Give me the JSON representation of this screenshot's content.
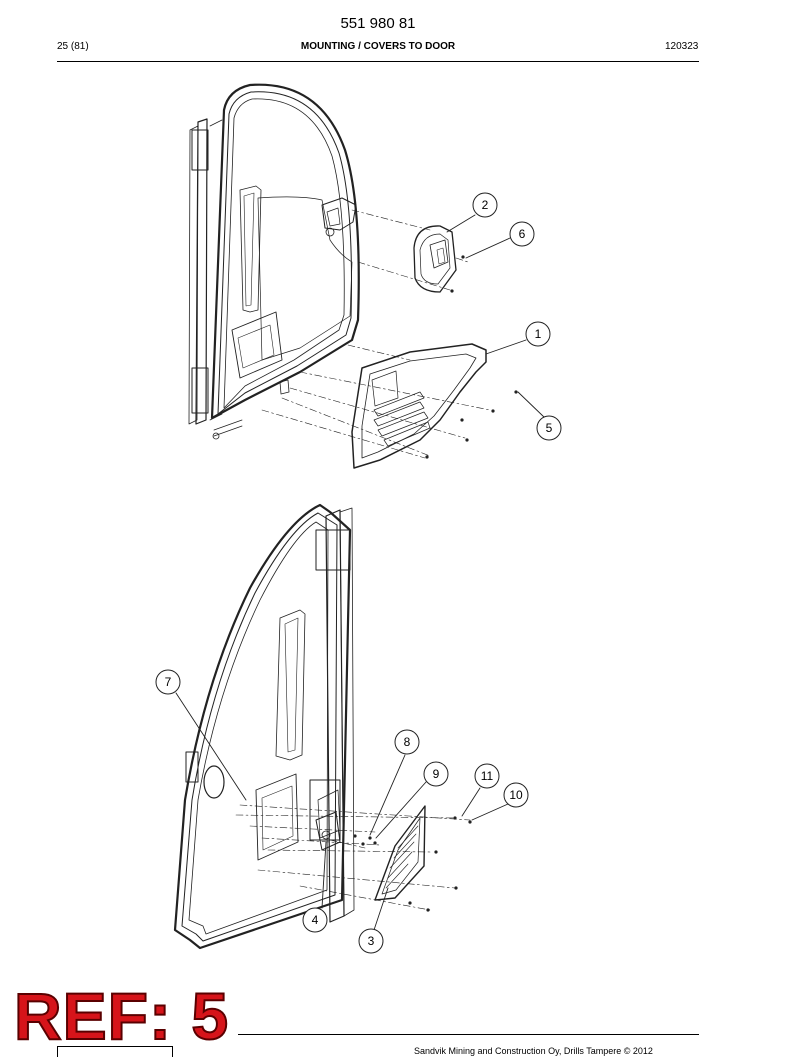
{
  "header": {
    "doc_number": "551 980 81",
    "page": "25 (81)",
    "title": "MOUNTING / COVERS TO DOOR",
    "code": "120323"
  },
  "callouts": [
    "1",
    "2",
    "3",
    "4",
    "5",
    "6",
    "7",
    "8",
    "9",
    "10",
    "11"
  ],
  "ref_stamp": "REF: 5",
  "footer": {
    "copyright": "Sandvik Mining and Construction Oy, Drills Tampere © 2012"
  },
  "colors": {
    "ref_stamp": "#d6141a",
    "line_art": "#222222"
  }
}
